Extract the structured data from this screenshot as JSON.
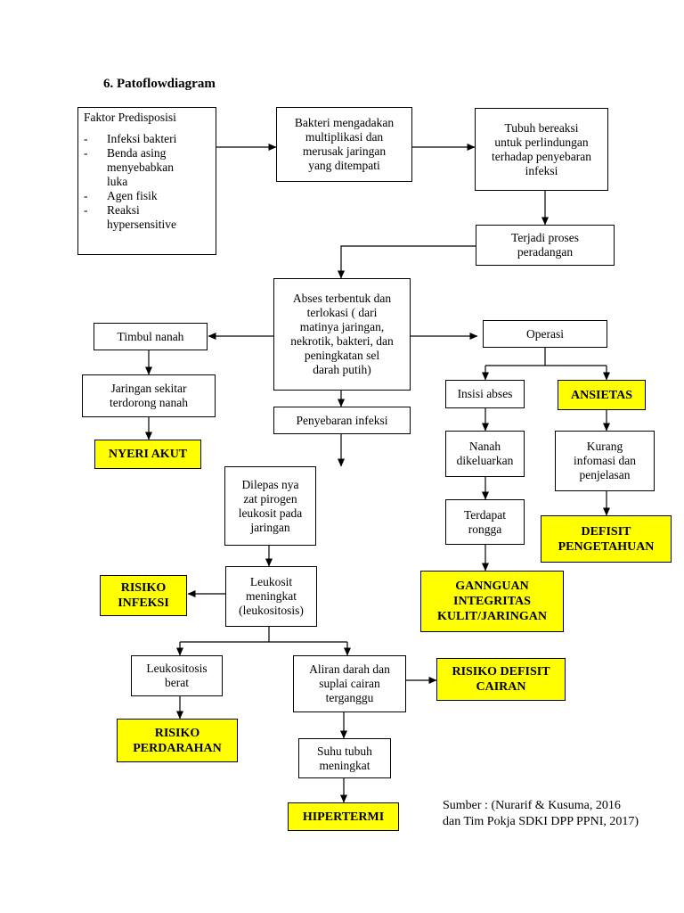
{
  "title": "6.   Patoflowdiagram",
  "predisposisi": {
    "title": "Faktor Predisposisi",
    "items": [
      "Infeksi bakteri",
      "Benda asing\nmenyebabkan\nluka",
      "Agen fisik",
      "Reaksi\nhypersensitive"
    ]
  },
  "nodes": {
    "bakteri": "Bakteri mengadakan\nmultiplikasi dan\nmerusak jaringan\nyang ditempati",
    "tubuh": "Tubuh bereaksi\nuntuk perlindungan\nterhadap penyebaran\ninfeksi",
    "peradangan": "Terjadi proses\nperadangan",
    "abses": "Abses terbentuk dan\nterlokasi ( dari\nmatinya jaringan,\nnekrotik, bakteri, dan\npeningkatan sel\ndarah putih)",
    "timbul_nanah": "Timbul nanah",
    "jaringan_sekitar": "Jaringan sekitar\nterdorong nanah",
    "nyeri_akut": "NYERI AKUT",
    "penyebaran": "Penyebaran infeksi",
    "pirogen": "Dilepas nya\nzat pirogen\nleukosit pada\njaringan",
    "leukosit": "Leukosit\nmeningkat\n(leukositosis)",
    "risiko_infeksi": "RISIKO\nINFEKSI",
    "leukositosis_berat": "Leukositosis\nberat",
    "risiko_perdarahan": "RISIKO\nPERDARAHAN",
    "aliran_darah": "Aliran darah dan\nsuplai cairan\nterganggu",
    "risiko_defisit_cairan": "RISIKO DEFISIT\nCAIRAN",
    "suhu_tubuh": "Suhu tubuh\nmeningkat",
    "hipertermi": "HIPERTERMI",
    "operasi": "Operasi",
    "insisi_abses": "Insisi abses",
    "nanah_dikeluarkan": "Nanah\ndikeluarkan",
    "terdapat_rongga": "Terdapat\nrongga",
    "gangguan_integritas": "GANNGUAN\nINTEGRITAS\nKULIT/JARINGAN",
    "ansietas": "ANSIETAS",
    "kurang_informasi": "Kurang\ninfomasi dan\npenjelasan",
    "defisit_pengetahuan": "DEFISIT\nPENGETAHUAN"
  },
  "source": "Sumber : (Nurarif & Kusuma, 2016\ndan Tim Pokja SDKI DPP PPNI, 2017)",
  "colors": {
    "diagnosis_fill": "#ffff00",
    "line": "#000000"
  }
}
